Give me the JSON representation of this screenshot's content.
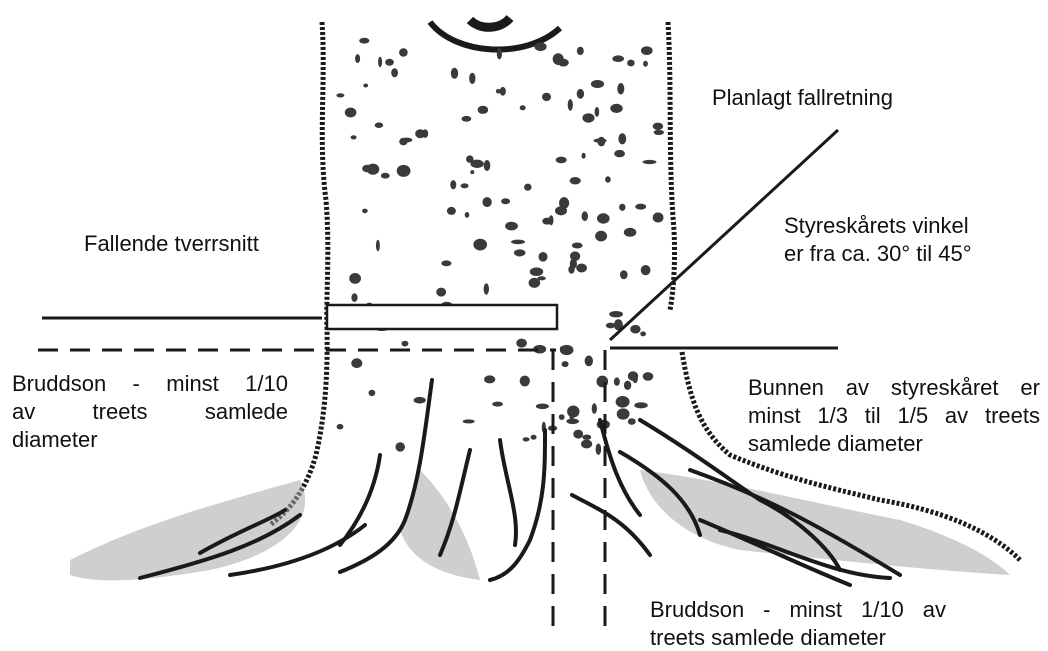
{
  "labels": {
    "planned_direction": "Planlagt fallretning",
    "falling_cut": "Fallende tverrsnitt",
    "angle_line1": "Styreskårets vinkel",
    "angle_line2": "er fra ca. 30° til 45°",
    "hinge_left_line1": "Bruddson - minst 1/10",
    "hinge_left_line2": "av treets samlede",
    "hinge_left_line3": "diameter",
    "notch_floor_line1": "Bunnen av styreskåret er",
    "notch_floor_line2": "minst 1/3 til 1/5 av treets",
    "notch_floor_line3": "samlede diameter",
    "hinge_bottom_line1": "Bruddson - minst 1/10 av",
    "hinge_bottom_line2": "treets samlede diameter"
  },
  "colors": {
    "ink": "#1a1a1a",
    "bark_speckle": "#3a3a3a",
    "root_shade": "#9a9a9a",
    "background": "#ffffff"
  }
}
